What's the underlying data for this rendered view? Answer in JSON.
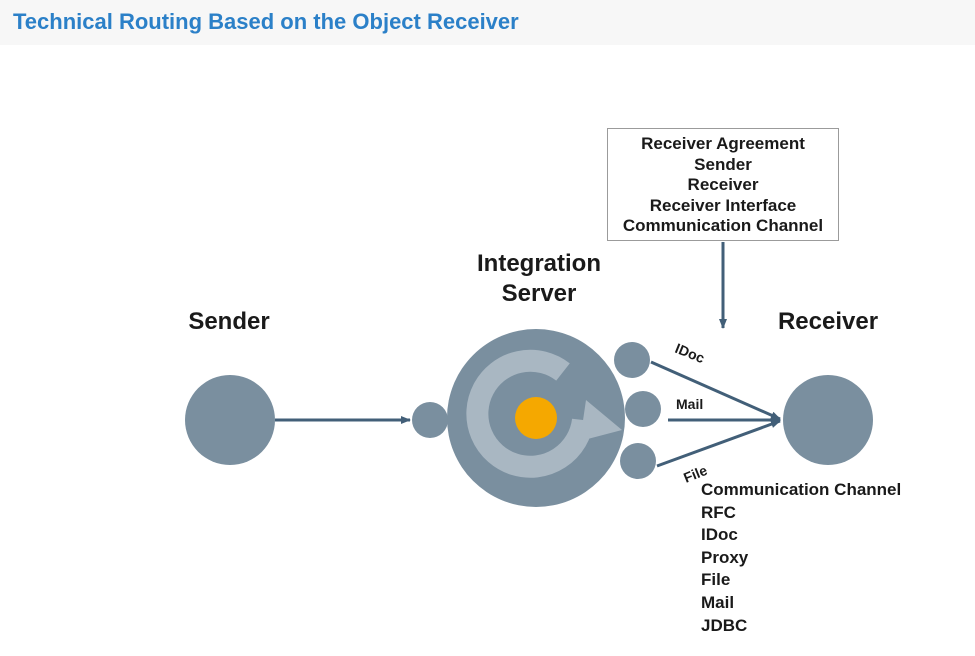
{
  "header": {
    "title": "Technical Routing Based on the Object Receiver"
  },
  "diagram": {
    "sender_label": "Sender",
    "integration_server_label": [
      "Integration",
      "Server"
    ],
    "receiver_label": "Receiver",
    "receiver_agreement_box": {
      "lines": [
        "Receiver Agreement",
        "Sender",
        "Receiver",
        "Receiver Interface",
        "Communication Channel"
      ]
    },
    "edges": {
      "idoc_label": "IDoc",
      "mail_label": "Mail",
      "file_label": "File"
    },
    "communication_channel_list": {
      "lines": [
        "Communication Channel",
        "RFC",
        "IDoc",
        "Proxy",
        "File",
        "Mail",
        "JDBC"
      ]
    }
  },
  "colors": {
    "title": "#2b80c8",
    "node": "#7a8f9f",
    "ring": "#a9b7c2",
    "core": "#f5a800",
    "arrow": "#425f78"
  }
}
